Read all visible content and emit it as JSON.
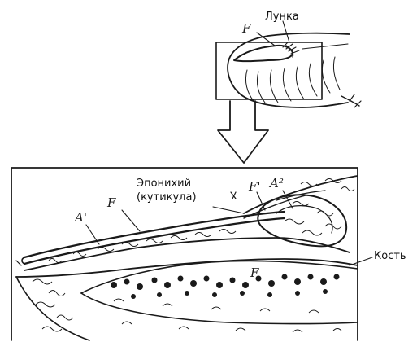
{
  "labels": {
    "lunula": "Лунка",
    "eponychium_line1": "Эпонихий",
    "eponychium_line2": "(кутикула)",
    "bone": "Кость"
  },
  "markers": {
    "f_top": "F",
    "a1": "A'",
    "f_main": "F",
    "f_prime": "F'",
    "a2": "A²",
    "f_bone": "F"
  }
}
